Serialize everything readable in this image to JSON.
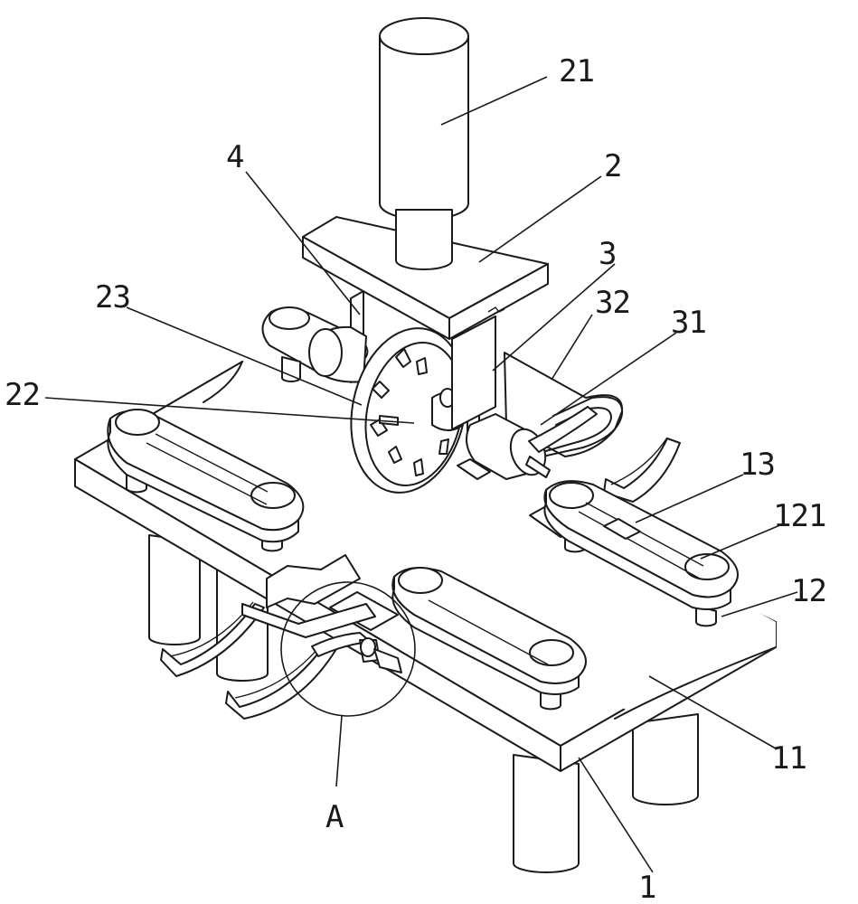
{
  "labels": {
    "l21": "21",
    "l4": "4",
    "l2": "2",
    "l3": "3",
    "l23": "23",
    "l32": "32",
    "l31": "31",
    "l22": "22",
    "l13": "13",
    "l121": "121",
    "l12": "12",
    "l11": "11",
    "lA": "A",
    "l1": "1"
  }
}
